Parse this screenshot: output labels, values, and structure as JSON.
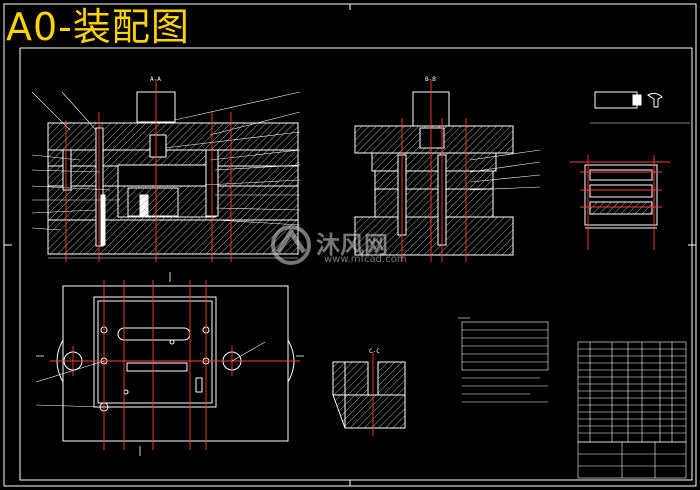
{
  "drawing_title": "A0-装配图",
  "section_labels": {
    "aa": "A-A",
    "bb": "B-B",
    "cc": "C-C"
  },
  "watermark": {
    "brand": "沐风网",
    "url": "www.mfcad.com"
  },
  "colors": {
    "background": "#000000",
    "linework": "#ffffff",
    "centerline": "#ff3b3b",
    "title": "#ffd200",
    "hatch": "#b0b0b0"
  }
}
